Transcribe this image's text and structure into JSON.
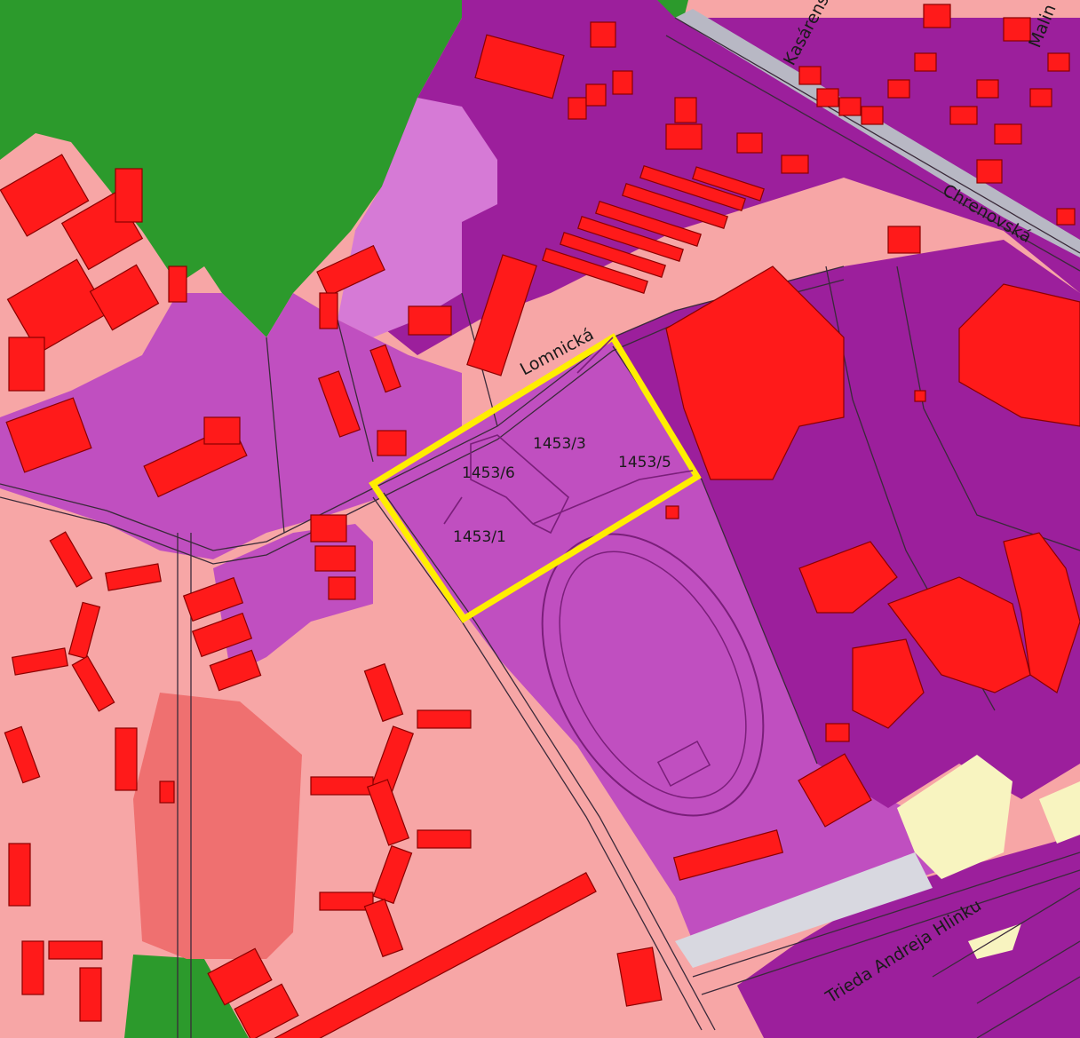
{
  "colors": {
    "forest_green": "#2c9a2c",
    "residential_pink": "#f7a6a6",
    "civic_magenta": "#c04fc0",
    "civic_dark_purple": "#9c1f9c",
    "light_magenta": "#d67ad6",
    "building_red": "#ff1a1a",
    "road_gray": "#b8b8c4",
    "pale_yellow": "#f8f4c0",
    "highlight_yellow": "#ffee00",
    "salmon": "#ef7070"
  },
  "streets": {
    "lomnicka": "Lomnická",
    "chrenovska": "Chrenovská",
    "kasarenska": "Kasárenská",
    "malinova": "Malin",
    "trieda_andreja_hlinku": "Trieda Andreja Hlinku"
  },
  "parcels": {
    "p1453_3": "1453/3",
    "p1453_5": "1453/5",
    "p1453_6": "1453/6",
    "p1453_1": "1453/1"
  }
}
